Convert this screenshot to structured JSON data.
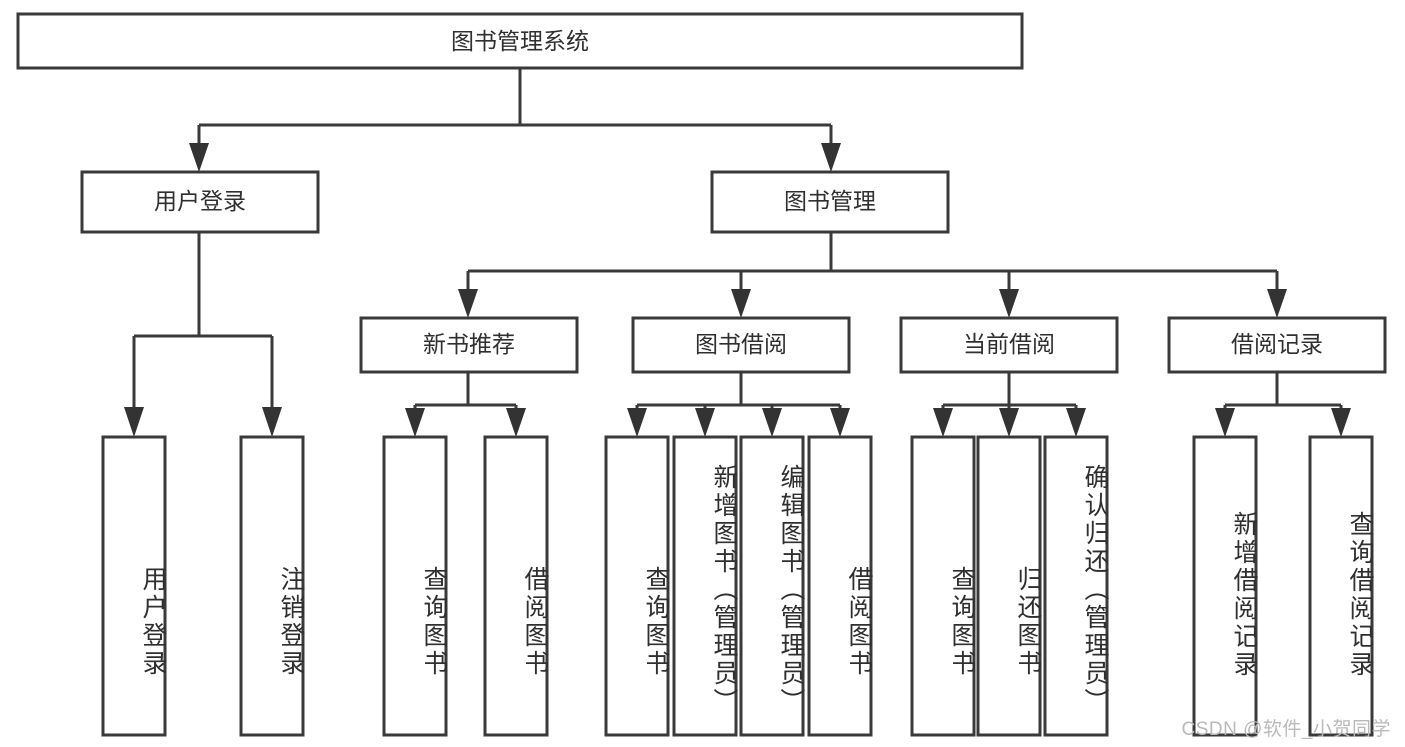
{
  "diagram": {
    "title": "图书管理系统",
    "type": "hierarchy-tree",
    "orientation": "top-down",
    "levels": 3,
    "root": {
      "label": "图书管理系统"
    },
    "level1": [
      {
        "id": "user-login",
        "label": "用户登录"
      },
      {
        "id": "book-management",
        "label": "图书管理"
      }
    ],
    "level2": [
      {
        "id": "new-book-recommend",
        "label": "新书推荐",
        "parent": "book-management"
      },
      {
        "id": "book-borrow",
        "label": "图书借阅",
        "parent": "book-management"
      },
      {
        "id": "current-borrow",
        "label": "当前借阅",
        "parent": "book-management"
      },
      {
        "id": "borrow-record",
        "label": "借阅记录",
        "parent": "book-management"
      }
    ],
    "leaves": [
      {
        "id": "leaf-user-login",
        "label": "用户登录",
        "parent": "user-login"
      },
      {
        "id": "leaf-logout-login",
        "label": "注销登录",
        "parent": "user-login"
      },
      {
        "id": "leaf-query-book-1",
        "label": "查询图书",
        "parent": "new-book-recommend"
      },
      {
        "id": "leaf-borrow-book-1",
        "label": "借阅图书",
        "parent": "new-book-recommend"
      },
      {
        "id": "leaf-query-book-2",
        "label": "查询图书",
        "parent": "book-borrow"
      },
      {
        "id": "leaf-add-book-admin",
        "label": "新增图书（管理员）",
        "parent": "book-borrow"
      },
      {
        "id": "leaf-edit-book-admin",
        "label": "编辑图书（管理员）",
        "parent": "book-borrow"
      },
      {
        "id": "leaf-borrow-book-2",
        "label": "借阅图书",
        "parent": "book-borrow"
      },
      {
        "id": "leaf-query-book-3",
        "label": "查询图书",
        "parent": "current-borrow"
      },
      {
        "id": "leaf-return-book",
        "label": "归还图书",
        "parent": "current-borrow"
      },
      {
        "id": "leaf-confirm-return-admin",
        "label": "确认归还（管理员）",
        "parent": "current-borrow"
      },
      {
        "id": "leaf-add-borrow-record",
        "label": "新增借阅记录",
        "parent": "borrow-record"
      },
      {
        "id": "leaf-query-borrow-record",
        "label": "查询借阅记录",
        "parent": "borrow-record"
      }
    ],
    "watermark": "CSDN @软件_小贺同学",
    "colors": {
      "background": "#ffffff",
      "box_fill": "#ffffff",
      "box_stroke": "#3a3a3a",
      "connector": "#3a3a3a",
      "text": "#2f2f2f",
      "watermark": "#b9b9b9"
    }
  }
}
